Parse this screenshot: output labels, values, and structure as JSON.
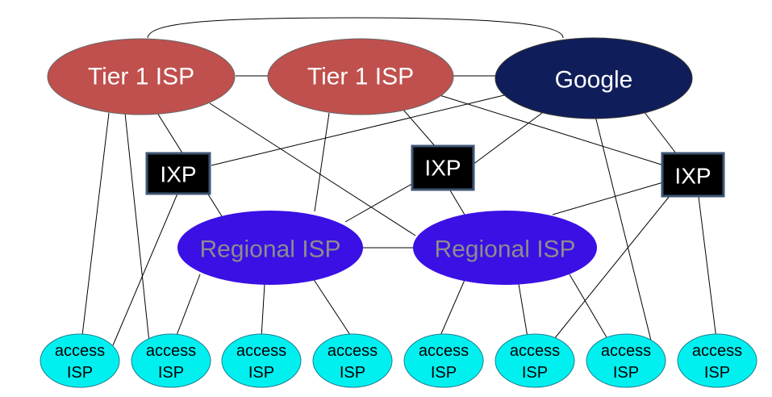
{
  "colors": {
    "tier1_fill": "#c0504d",
    "tier1_text": "#ffffff",
    "google_fill": "#0f1e5a",
    "google_text": "#ffffff",
    "regional_fill": "#3a10e5",
    "regional_text": "#8c8c8c",
    "ixp_fill": "#000000",
    "ixp_border": "#3e5674",
    "ixp_text": "#ffffff",
    "access_fill": "#00f0f0",
    "access_stroke": "#1a7f8f",
    "access_text": "#000000"
  },
  "nodes": {
    "tier1_a": {
      "label": "Tier 1 ISP"
    },
    "tier1_b": {
      "label": "Tier 1 ISP"
    },
    "google": {
      "label": "Google"
    },
    "ixp_left": {
      "label": "IXP"
    },
    "ixp_mid": {
      "label": "IXP"
    },
    "ixp_right": {
      "label": "IXP"
    },
    "regional_a": {
      "label": "Regional ISP"
    },
    "regional_b": {
      "label": "Regional ISP"
    }
  },
  "access_isps": [
    {
      "line1": "access",
      "line2": "ISP"
    },
    {
      "line1": "access",
      "line2": "ISP"
    },
    {
      "line1": "access",
      "line2": "ISP"
    },
    {
      "line1": "access",
      "line2": "ISP"
    },
    {
      "line1": "access",
      "line2": "ISP"
    },
    {
      "line1": "access",
      "line2": "ISP"
    },
    {
      "line1": "access",
      "line2": "ISP"
    },
    {
      "line1": "access",
      "line2": "ISP"
    }
  ]
}
